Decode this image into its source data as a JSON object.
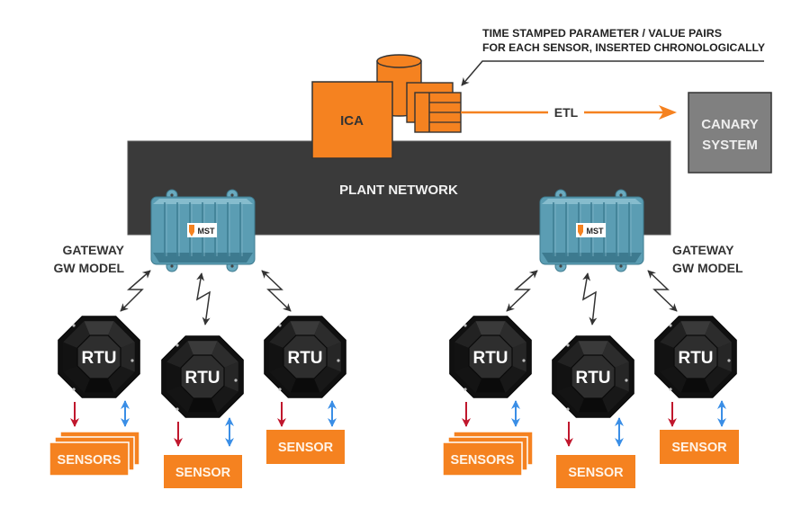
{
  "annotation": {
    "line1": "TIME STAMPED PARAMETER / VALUE PAIRS",
    "line2": "FOR EACH SENSOR, INSERTED CHRONOLOGICALLY"
  },
  "ica": {
    "label": "ICA",
    "icons": [
      "database-icon",
      "table-stack-icon"
    ]
  },
  "etl": {
    "label": "ETL"
  },
  "canary": {
    "line1": "CANARY",
    "line2": "SYSTEM"
  },
  "network": {
    "label": "PLANT NETWORK"
  },
  "gateways": [
    {
      "line1": "GATEWAY",
      "line2": "GW MODEL",
      "logo": "MST"
    },
    {
      "line1": "GATEWAY",
      "line2": "GW MODEL",
      "logo": "MST"
    }
  ],
  "rtus": [
    {
      "label": "RTU"
    },
    {
      "label": "RTU"
    },
    {
      "label": "RTU"
    },
    {
      "label": "RTU"
    },
    {
      "label": "RTU"
    },
    {
      "label": "RTU"
    }
  ],
  "sensors": [
    {
      "label": "SENSORS",
      "stacked": true
    },
    {
      "label": "SENSOR",
      "stacked": false
    },
    {
      "label": "SENSOR",
      "stacked": false
    },
    {
      "label": "SENSORS",
      "stacked": true
    },
    {
      "label": "SENSOR",
      "stacked": false
    },
    {
      "label": "SENSOR",
      "stacked": false
    }
  ],
  "colors": {
    "orange": "#F58220",
    "network": "#3A3A3A",
    "canary": "#808080",
    "gateway": "#5B9DB3",
    "rtu": "#151515",
    "control_arrow": "#C0172D",
    "data_arrow": "#3A8EE6",
    "text_dark": "#333333"
  }
}
